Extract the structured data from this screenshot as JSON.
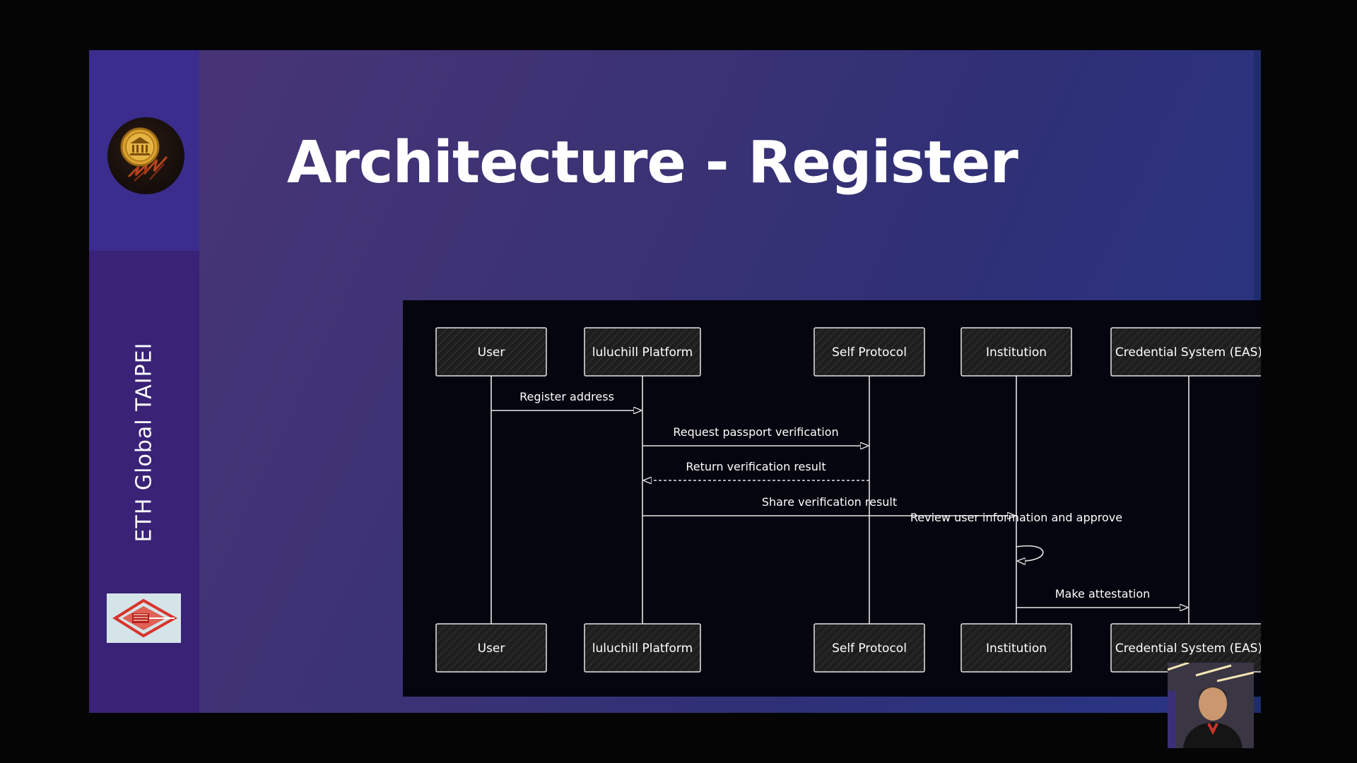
{
  "slide": {
    "title": "Architecture - Register",
    "sidebar_text": "ETH Global TAIPEI",
    "logo_icon": "bank-coin-icon",
    "flag_icon": "lantern-ship-icon",
    "next_icon": "arrow-right-circle-icon"
  },
  "diagram": {
    "participants": [
      {
        "label": "User"
      },
      {
        "label": "luluchill Platform"
      },
      {
        "label": "Self Protocol"
      },
      {
        "label": "Institution"
      },
      {
        "label": "Credential System (EAS)"
      }
    ],
    "messages": [
      {
        "from": 0,
        "to": 1,
        "label": "Register address",
        "style": "solid"
      },
      {
        "from": 1,
        "to": 2,
        "label": "Request passport verification",
        "style": "solid"
      },
      {
        "from": 2,
        "to": 1,
        "label": "Return verification result",
        "style": "dashed"
      },
      {
        "from": 1,
        "to": 3,
        "label": "Share verification result",
        "style": "solid"
      },
      {
        "from": 3,
        "to": 3,
        "label": "Review user information and approve",
        "style": "self"
      },
      {
        "from": 3,
        "to": 4,
        "label": "Make attestation",
        "style": "solid"
      }
    ]
  },
  "colors": {
    "diagram_bg": "#04050e",
    "box_fill": "#1e1e1e",
    "line": "#e6e6e6",
    "next_arrow": "#3aa9e8"
  }
}
